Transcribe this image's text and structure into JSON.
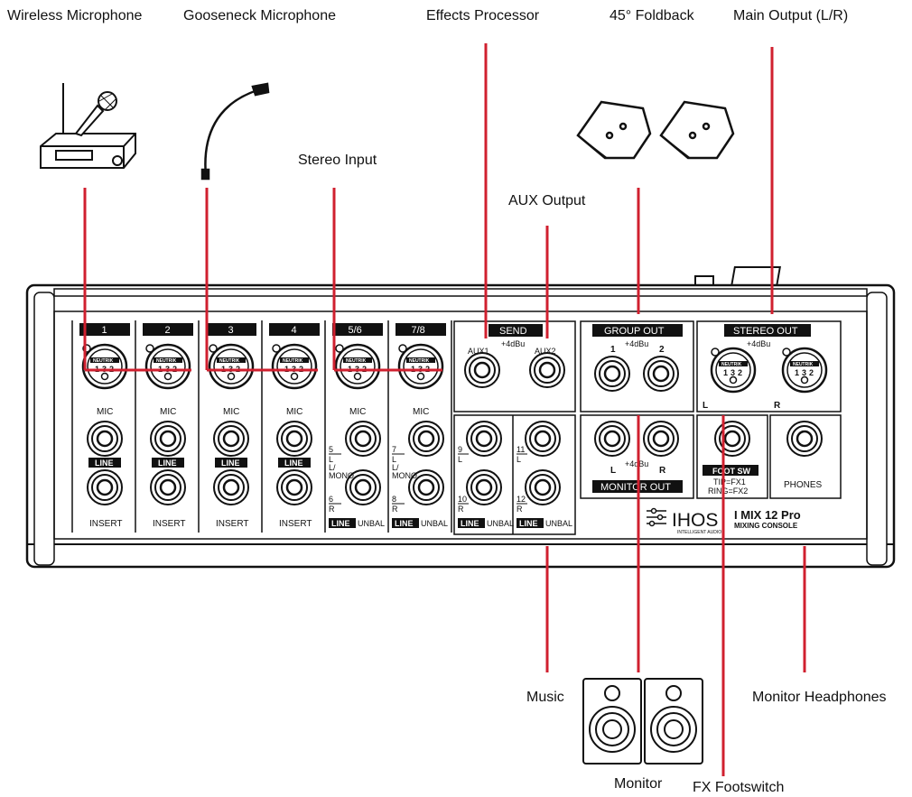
{
  "colors": {
    "cable": "#d0202f",
    "outline": "#111111"
  },
  "labels": {
    "wireless_mic": "Wireless Microphone",
    "gooseneck_mic": "Gooseneck Microphone",
    "effects": "Effects Processor",
    "foldback": "45° Foldback",
    "main_output": "Main Output (L/R)",
    "stereo_input": "Stereo Input",
    "aux_output": "AUX Output",
    "music": "Music",
    "monitor": "Monitor",
    "fx_footswitch": "FX Footswitch",
    "monitor_headphones": "Monitor Headphones"
  },
  "mixer": {
    "channels": [
      "1",
      "2",
      "3",
      "4",
      "5/6",
      "7/8"
    ],
    "mic": "MIC",
    "line": "LINE",
    "insert": "INSERT",
    "unbal": "UNBAL",
    "l_mono": "L/\nMONO",
    "r": "R",
    "l": "L",
    "line_nums": [
      "5",
      "6",
      "7",
      "8",
      "9",
      "10",
      "11",
      "12"
    ],
    "send": "SEND",
    "aux1": "AUX1",
    "aux2": "AUX2",
    "plus4": "+4dBu",
    "group_out": "GROUP  OUT",
    "group_1": "1",
    "group_2": "2",
    "stereo_out": "STEREO OUT",
    "monitor_out": "MONITOR OUT",
    "foot_sw": "FOOT SW",
    "tip": "TIP=FX1",
    "ring": "RING=FX2",
    "phones": "PHONES",
    "brand": "IHOS",
    "brand_sub": "INTELLIGENT AUDIO",
    "model": "I MIX 12 Pro",
    "model_sub": "MIXING CONSOLE",
    "xlr_brand": "NEUTRIK",
    "pins": [
      "1",
      "3",
      "2"
    ]
  }
}
